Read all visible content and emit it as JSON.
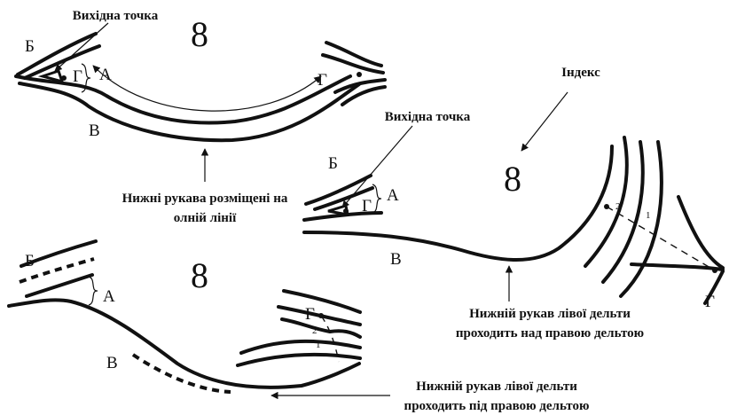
{
  "figure": {
    "top_left": {
      "number": "8",
      "start_point_label": "Вихідна точка",
      "letter_b": "Б",
      "letter_a": "А",
      "letter_v": "В",
      "letter_g_left": "Г",
      "letter_g_right": "Г",
      "caption_line1": "Нижні рукава розміщені на",
      "caption_line2": "олній лінії"
    },
    "right": {
      "index_label": "Індекс",
      "number": "8",
      "start_point_label": "Вихідна точка",
      "letter_b": "Б",
      "letter_a": "А",
      "letter_v": "В",
      "letter_g_inner": "Г",
      "letter_g_outer": "Г",
      "count_1": "1",
      "count_2": "2",
      "caption_line1": "Нижній рукав лівої дельти",
      "caption_line2": "проходить над правою дельтою"
    },
    "bottom_left": {
      "number": "8",
      "letter_b": "Б",
      "letter_a": "А",
      "letter_v": "В",
      "letter_g": "Г",
      "count_1": "1",
      "count_2": "2",
      "caption_line1": "Нижній рукав лівої дельти",
      "caption_line2": "проходить під правою дельтою"
    }
  }
}
